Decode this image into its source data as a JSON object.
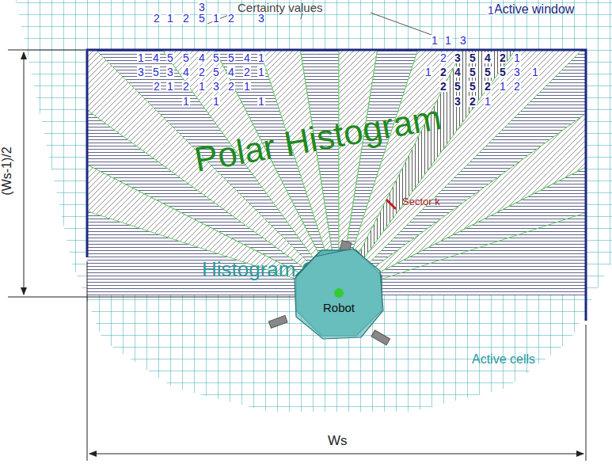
{
  "diagram": {
    "nodes": [
      {
        "text": [
          "Robot"
        ]
      }
    ],
    "labels": [
      "Certainty values",
      "Active window",
      "Polar Histogram",
      "Histogram Grid",
      "Sector k",
      "Active cells",
      "(Ws-1)/2",
      "Ws",
      "3",
      "2",
      "1",
      "2",
      "5",
      "1",
      "2",
      "3",
      "1",
      "4",
      "5",
      "5",
      "4",
      "5",
      "5",
      "4",
      "1",
      "3",
      "5",
      "3",
      "4",
      "2",
      "5",
      "4",
      "2",
      "1",
      "2",
      "1",
      "2",
      "1",
      "3",
      "2",
      "1",
      "1",
      "1",
      "1",
      "1",
      "1",
      "3",
      "1",
      "2",
      "3",
      "5",
      "4",
      "2",
      "1",
      "1",
      "2",
      "4",
      "5",
      "5",
      "5",
      "3",
      "1",
      "2",
      "5",
      "5",
      "2",
      "1",
      "2",
      "3",
      "2",
      "1"
    ]
  }
}
